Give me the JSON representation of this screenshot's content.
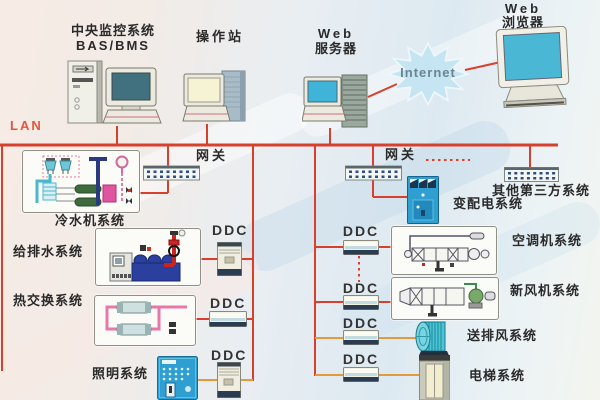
{
  "colors": {
    "line_red": "#d8402e",
    "line_orange": "#e29a3e",
    "label_dark": "#2a2a2a",
    "lan_label": "#e0573c",
    "panel_blue": "#2f9fd2",
    "screen_teal": "#41707f",
    "screen_cyan": "#3fb4d8",
    "internet_fill": "#c6e5f2"
  },
  "top": {
    "central_line1": "中央监控系统",
    "central_line2": "BAS/BMS",
    "operator_station": "操作站",
    "web_server_line1": "Web",
    "web_server_line2": "服务器",
    "internet": "Internet",
    "web_browser_line1": "Web",
    "web_browser_line2": "浏览器"
  },
  "lan_label": "LAN",
  "left": {
    "gateway_label": "网关",
    "chiller": "冷水机系统",
    "water_supply": "给排水系统",
    "heat_exchange": "热交换系统",
    "lighting": "照明系统",
    "ddc1": "DDC",
    "ddc2": "DDC",
    "ddc3": "DDC"
  },
  "right": {
    "gateway_label": "网关",
    "third_party": "其他第三方系统",
    "power_dist": "变配电系统",
    "ahu": "空调机系统",
    "fresh_air": "新风机系统",
    "exhaust_fan": "送排风系统",
    "elevator": "电梯系统",
    "ddc1": "DDC",
    "ddc2": "DDC",
    "ddc3": "DDC",
    "ddc4": "DDC"
  }
}
